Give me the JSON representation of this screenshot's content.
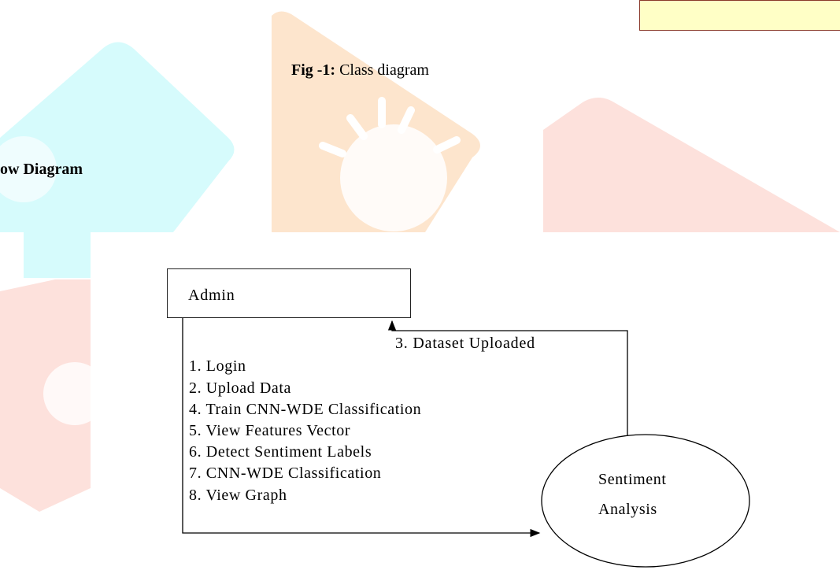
{
  "caption": {
    "label": "Fig -1:",
    "text": " Class diagram"
  },
  "heading": "ow Diagram",
  "diagram": {
    "admin": "Admin",
    "dataset_uploaded": "3. Dataset Uploaded",
    "steps": [
      "1. Login",
      "2. Upload Data",
      "4. Train  CNN-WDE Classification",
      "5. View Features Vector",
      "6. Detect Sentiment Labels",
      "7. CNN-WDE Classification",
      "8. View Graph"
    ],
    "sentiment_line1": "Sentiment",
    "sentiment_line2": "Analysis"
  }
}
